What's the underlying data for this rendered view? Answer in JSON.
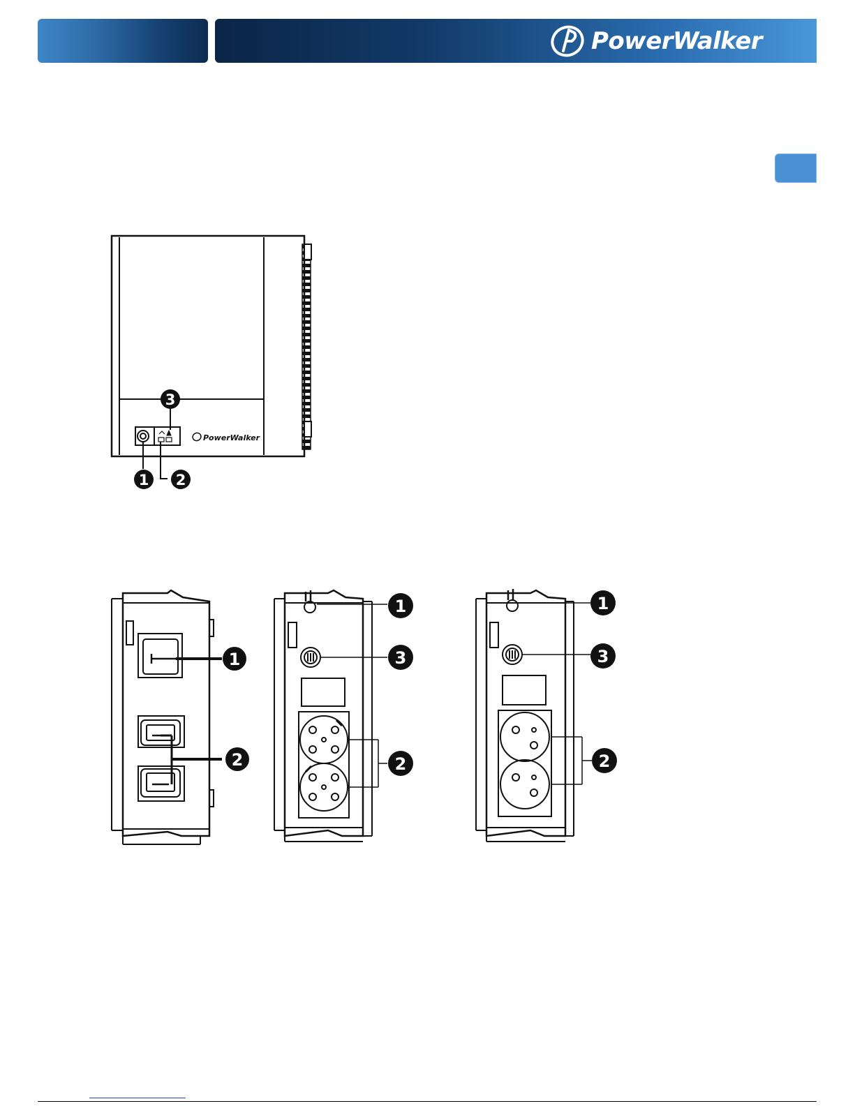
{
  "header": {
    "brand": "PowerWalker"
  },
  "front_view": {
    "panel_brand": "PowerWalker",
    "callouts": [
      "1",
      "2",
      "3"
    ]
  },
  "rear_view_iec": {
    "callouts": [
      "1",
      "2"
    ]
  },
  "rear_view_schuko": {
    "callouts": [
      "1",
      "3",
      "2"
    ]
  },
  "rear_view_french": {
    "callouts": [
      "1",
      "3",
      "2"
    ]
  },
  "icons": {
    "logo": "powerwalker-logo-icon",
    "power_button": "power-button-icon",
    "ac_inlet": "iec-inlet-icon",
    "outlet": "power-outlet-icon"
  },
  "colors": {
    "banner_dark": "#0d2c52",
    "banner_light": "#4a97d8",
    "tab_blue": "#4a90d4"
  }
}
